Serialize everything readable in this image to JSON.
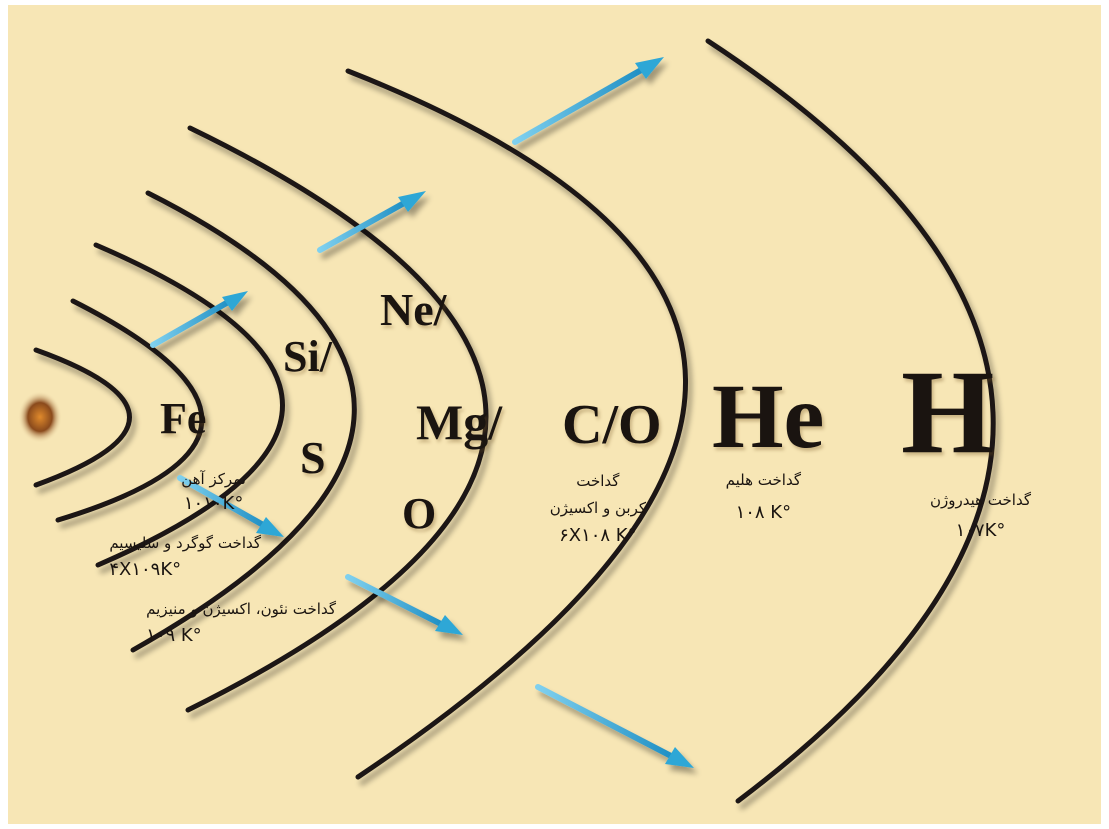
{
  "elements": {
    "fe": "Fe",
    "si": "Si/",
    "s": "S",
    "ne": "Ne/",
    "mg": "Mg/",
    "o": "O",
    "co": "C/O",
    "he": "He",
    "h": "H"
  },
  "labels": {
    "iron": {
      "title": "تمرکز آهن",
      "temp": "۱۰۱۰K°"
    },
    "si_s": {
      "title": "گداخت گوگرد و سلیسیم",
      "temp": "۴X۱۰۹K°"
    },
    "ne_o_mg": {
      "title": "گداخت نئون، اکسیژن و منیزیم",
      "temp": "۱۰۹ K°"
    },
    "c_o": {
      "title1": "گداخت",
      "title2": "کربن و اکسیژن",
      "temp": "۶X۱۰۸ K°"
    },
    "he": {
      "title": "گداخت هلیم",
      "temp": "۱۰۸ K°"
    },
    "h": {
      "title": "گداخت هیدروژن",
      "temp": "۱۰۷K°"
    }
  },
  "colors": {
    "background": "#f7e6b5",
    "shell": "#1e1812",
    "arrow": "#2fa7d6",
    "core": "#b36a2a"
  }
}
